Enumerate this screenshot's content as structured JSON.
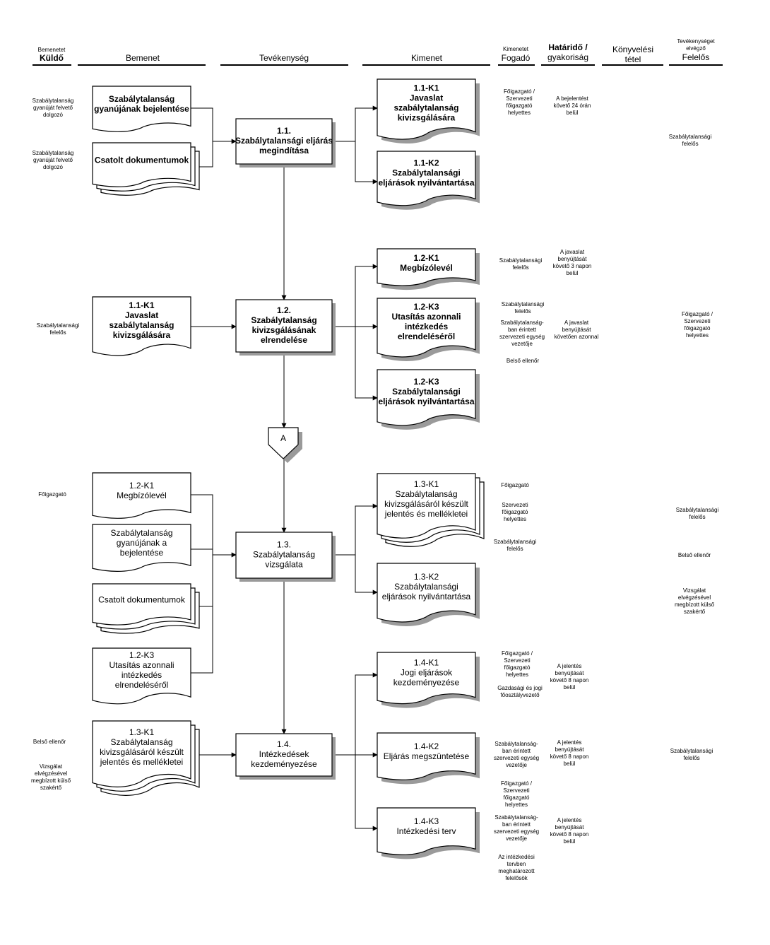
{
  "headers": {
    "kuldo_sub": "Bemenetet",
    "kuldo": "Küldő",
    "bemenet": "Bemenet",
    "tevekenyseg": "Tevékenység",
    "kimenet": "Kimenet",
    "fogado_sub": "Kimenetet",
    "fogado": "Fogadó",
    "hatarido_1": "Határidő /",
    "hatarido_2": "gyakoriság",
    "konyv_1": "Könyvelési",
    "konyv_2": "tétel",
    "felelos_sub1": "Tevékenységet",
    "felelos_sub2": "elvégző",
    "felelos": "Felelős"
  },
  "senders": {
    "s1": [
      "Szabálytalanság",
      "gyanúját felvető",
      "dolgozó"
    ],
    "s2": [
      "Szabálytalanság",
      "gyanúját felvető",
      "dolgozó"
    ],
    "s3": [
      "Szabálytalansági",
      "felelős"
    ],
    "s4": [
      "Főigazgató"
    ],
    "s5": [
      "Belső ellenőr"
    ],
    "s6": [
      "Vizsgálat",
      "elvégzésével",
      "megbízott külső",
      "szakértő"
    ]
  },
  "inputs": {
    "i1": [
      "Szabálytalanság",
      "gyanújának bejelentése"
    ],
    "i2": [
      "Csatolt dokumentumok"
    ],
    "i3": [
      "1.1-K1",
      "Javaslat",
      "szabálytalanság",
      "kivizsgálására"
    ],
    "i4": [
      "1.2-K1",
      "Megbízólevél"
    ],
    "i5": [
      "Szabálytalanság",
      "gyanújának a",
      "bejelentése"
    ],
    "i6": [
      "Csatolt dokumentumok"
    ],
    "i7": [
      "1.2-K3",
      "Utasítás azonnali",
      "intézkedés",
      "elrendeléséről"
    ],
    "i8": [
      "1.3-K1",
      "Szabálytalanság",
      "kivizsgálásáról készült",
      "jelentés és mellékletei"
    ]
  },
  "activities": {
    "a1": [
      "1.1.",
      "Szabálytalansági eljárás",
      "megindítása"
    ],
    "a2": [
      "1.2.",
      "Szabálytalanság",
      "kivizsgálásának",
      "elrendelése"
    ],
    "a3": [
      "1.3.",
      "Szabálytalanság",
      "vizsgálata"
    ],
    "a4": [
      "1.4.",
      "Intézkedések",
      "kezdeményezése"
    ]
  },
  "connector": {
    "label": "A"
  },
  "outputs": {
    "o1": [
      "1.1-K1",
      "Javaslat",
      "szabálytalanság",
      "kivizsgálására"
    ],
    "o2": [
      "1.1-K2",
      "Szabálytalansági",
      "eljárások nyilvántartása"
    ],
    "o3": [
      "1.2-K1",
      "Megbízólevél"
    ],
    "o4": [
      "1.2-K3",
      "Utasítás azonnali",
      "intézkedés",
      "elrendeléséről"
    ],
    "o5": [
      "1.2-K3",
      "Szabálytalansági",
      "eljárások nyilvántartása"
    ],
    "o6": [
      "1.3-K1",
      "Szabálytalanság",
      "kivizsgálásáról készült",
      "jelentés és mellékletei"
    ],
    "o7": [
      "1.3-K2",
      "Szabálytalansági",
      "eljárások nyilvántartása"
    ],
    "o8": [
      "1.4-K1",
      "Jogi eljárások",
      "kezdeményezése"
    ],
    "o9": [
      "1.4-K2",
      "Eljárás megszüntetése"
    ],
    "o10": [
      "1.4-K3",
      "Intézkedési terv"
    ]
  },
  "receivers": {
    "r1": [
      "Főigazgató /",
      "Szervezeti",
      "főigazgató",
      "helyettes"
    ],
    "r2": [
      "Szabálytalansági",
      "felelős"
    ],
    "r3": [
      "Szabálytalansági",
      "felelős"
    ],
    "r4": [
      "Szabálytalanság-",
      "ban érintett",
      "szervezeti egység",
      "vezetője"
    ],
    "r5": [
      "Belső ellenőr"
    ],
    "r6": [
      "Főigazgató"
    ],
    "r7": [
      "Szervezeti",
      "főigazgató",
      "helyettes"
    ],
    "r8": [
      "Szabálytalansági",
      "felelős"
    ],
    "r9": [
      "Főigazgató /",
      "Szervezeti",
      "főigazgató",
      "helyettes"
    ],
    "r10": [
      "Gazdasági és jogi",
      "főosztályvezető"
    ],
    "r11": [
      "Szabálytalanság-",
      "ban érintett",
      "szervezeti egység",
      "vezetője"
    ],
    "r12": [
      "Főigazgató /",
      "Szervezeti",
      "főigazgató",
      "helyettes"
    ],
    "r13": [
      "Szabálytalanság-",
      "ban érintett",
      "szervezeti egység",
      "vezetője"
    ],
    "r14": [
      "Az intézkedési",
      "tervben",
      "meghatározott",
      "felelősök"
    ]
  },
  "deadlines": {
    "d1": [
      "A bejelentést",
      "követő 24 órán",
      "belül"
    ],
    "d2": [
      "A javaslat",
      "benyújtását",
      "követő 3 napon",
      "belül"
    ],
    "d3": [
      "A javaslat",
      "benyújtását",
      "követően azonnal"
    ],
    "d4": [
      "A jelentés",
      "benyújtását",
      "követő 8 napon",
      "belül"
    ],
    "d5": [
      "A jelentés",
      "benyújtását",
      "követő 8 napon",
      "belül"
    ],
    "d6": [
      "A jelentés",
      "benyújtását",
      "követő 8 napon",
      "belül"
    ]
  },
  "responsibles": {
    "f1": [
      "Szabálytalansági",
      "felelős"
    ],
    "f2": [
      "Főigazgató /",
      "Szervezeti",
      "főigazgató",
      "helyettes"
    ],
    "f3": [
      "Szabálytalansági",
      "felelős"
    ],
    "f4": [
      "Belső ellenőr"
    ],
    "f5": [
      "Vizsgálat",
      "elvégzésével",
      "megbízott külső",
      "szakértő"
    ],
    "f6": [
      "Szabálytalansági",
      "felelős"
    ]
  }
}
